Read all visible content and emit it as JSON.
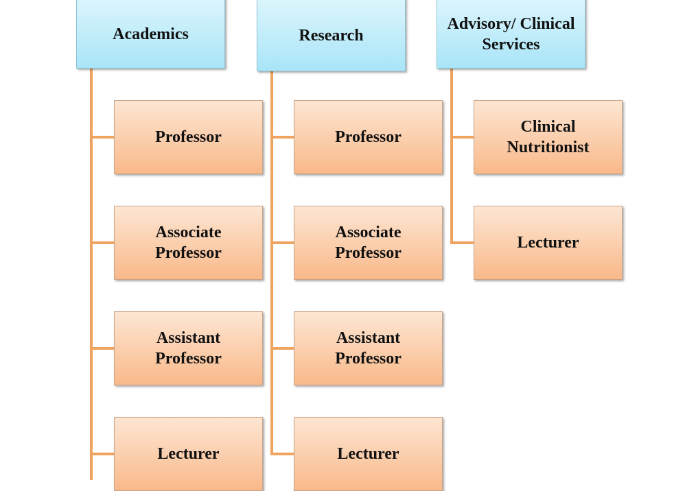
{
  "columns": [
    {
      "title": "Academics",
      "items": [
        "Professor",
        "Associate Professor",
        "Assistant Professor",
        "Lecturer"
      ]
    },
    {
      "title": "Research",
      "items": [
        "Professor",
        "Associate Professor",
        "Assistant Professor",
        "Lecturer"
      ]
    },
    {
      "title": "Advisory/ Clinical Services",
      "items": [
        "Clinical Nutritionist",
        "Lecturer"
      ]
    }
  ],
  "colors": {
    "header": "#a9e5f8",
    "child": "#f9b98a",
    "connector": "#f0a35e"
  }
}
